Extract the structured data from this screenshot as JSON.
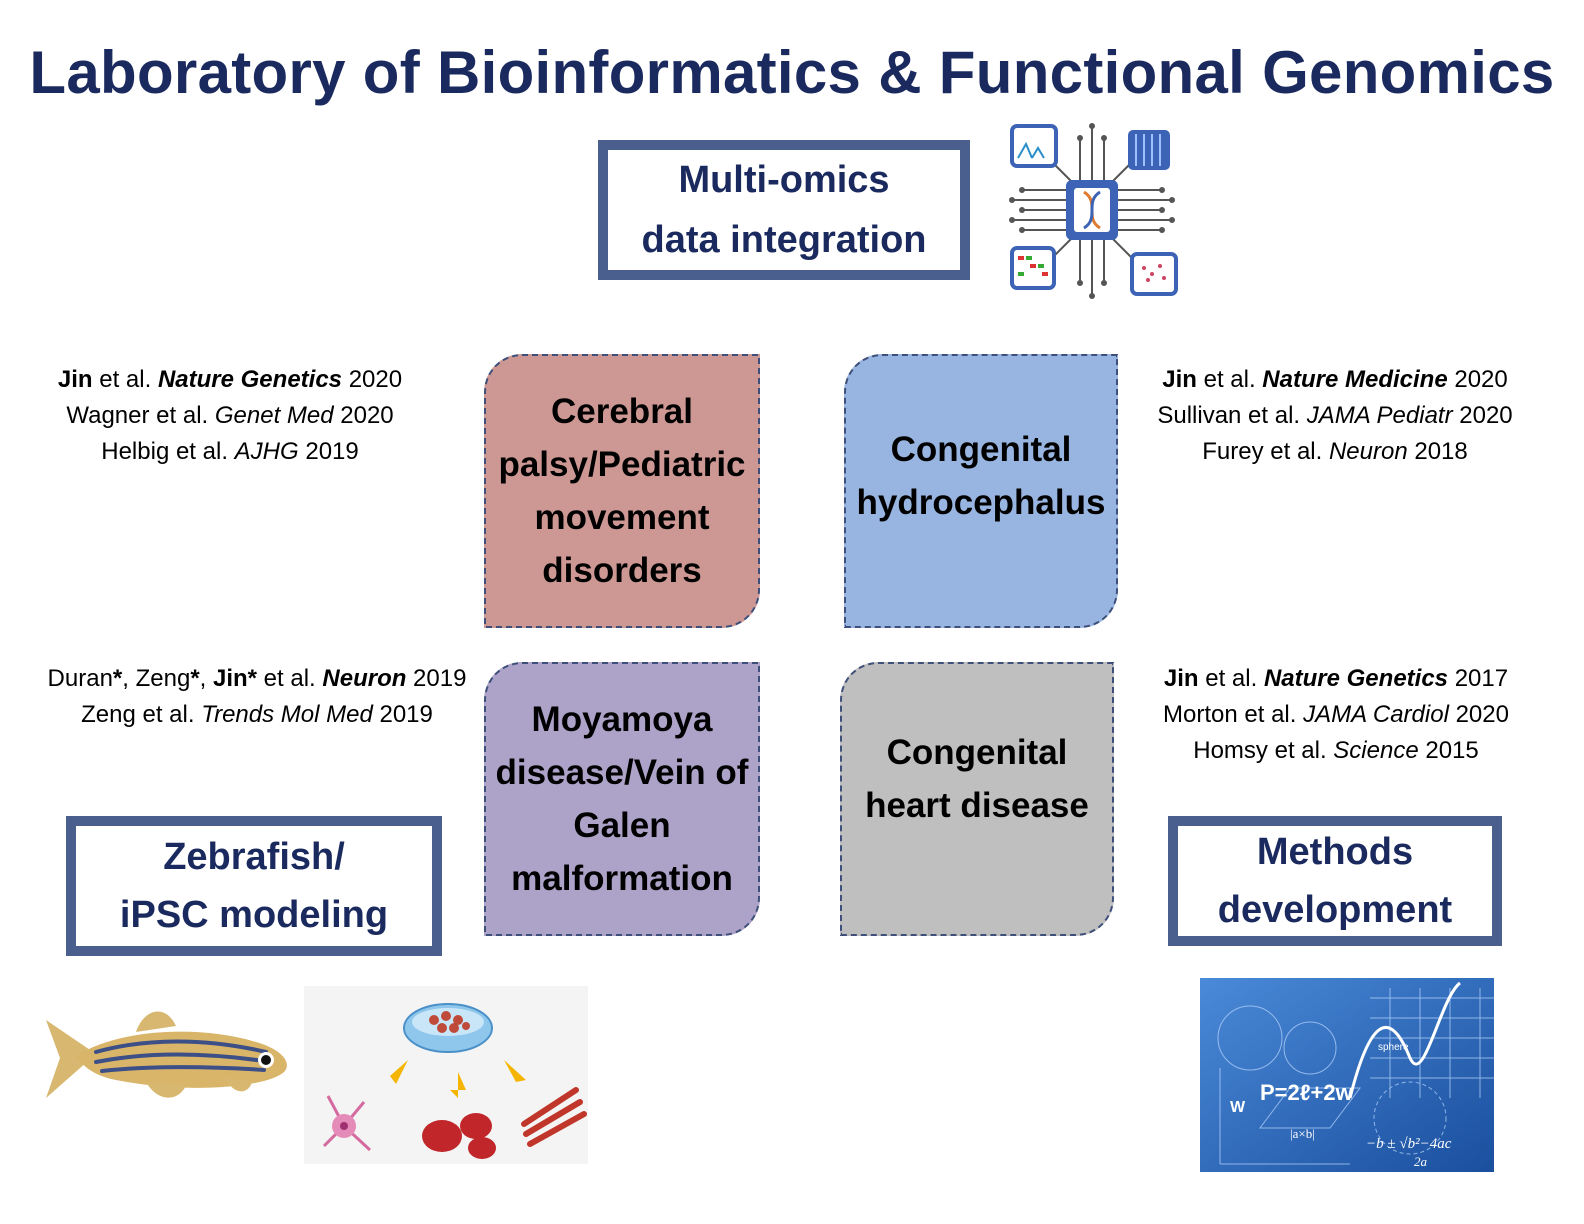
{
  "title": "Laboratory of Bioinformatics & Functional Genomics",
  "multiomics": {
    "line1": "Multi-omics",
    "line2": "data integration"
  },
  "zebrafish": {
    "line1": "Zebrafish/",
    "line2": "iPSC modeling"
  },
  "methods": {
    "line1": "Methods",
    "line2": "development"
  },
  "tiles": {
    "cerebral": {
      "lines": [
        "Cerebral",
        "palsy/Pediatric",
        "movement",
        "disorders"
      ],
      "color": "#cd9894"
    },
    "hydro": {
      "lines": [
        "Congenital",
        "hydrocephalus"
      ],
      "color": "#98b4e0"
    },
    "moyamoya": {
      "lines": [
        "Moyamoya",
        "disease/Vein of",
        "Galen",
        "malformation"
      ],
      "color": "#ada2c8"
    },
    "heart": {
      "lines": [
        "Congenital",
        "heart disease"
      ],
      "color": "#bfbfbf"
    }
  },
  "refs_tl": [
    {
      "a": "Jin",
      "b": " et al. ",
      "c": "Nature Genetics",
      "d": " 2020"
    },
    {
      "a": "Wagner et al. ",
      "b": "Genet Med",
      "c": " 2020"
    },
    {
      "a": "Helbig et al. ",
      "b": "AJHG",
      "c": " 2019"
    }
  ],
  "refs_tr": [
    {
      "a": "Jin",
      "b": " et al. ",
      "c": "Nature Medicine",
      "d": " 2020"
    },
    {
      "a": "Sullivan et al. ",
      "b": "JAMA Pediatr",
      "c": " 2020"
    },
    {
      "a": "Furey et al. ",
      "b": "Neuron",
      "c": " 2018"
    }
  ],
  "refs_bl": [
    {
      "a": "Duran",
      "b": "*",
      "c": ", Zeng",
      "d": "*",
      "e": ", ",
      "f": "Jin*",
      "g": " et al. ",
      "h": "Neuron",
      "i": " 2019"
    },
    {
      "a": "Zeng et al. ",
      "b": "Trends Mol Med",
      "c": " 2019"
    }
  ],
  "refs_br": [
    {
      "a": "Jin",
      "b": " et al. ",
      "c": "Nature Genetics",
      "d": " 2017"
    },
    {
      "a": "Morton et al. ",
      "b": "JAMA Cardiol",
      "c": " 2020"
    },
    {
      "a": "Homsy et al. ",
      "b": "Science",
      "c": " 2015"
    }
  ],
  "math": {
    "eq1": "P=2ℓ+2w",
    "eq2": "−b ± √b²−4ac",
    "eq3": "2a",
    "w": "W",
    "sphere": "sphere",
    "ab": "|a×b|"
  },
  "icons": {
    "chip": "dna-chip-icon",
    "fish": "zebrafish-icon",
    "dish": "petri-dish-icon",
    "board": "math-board-icon"
  }
}
